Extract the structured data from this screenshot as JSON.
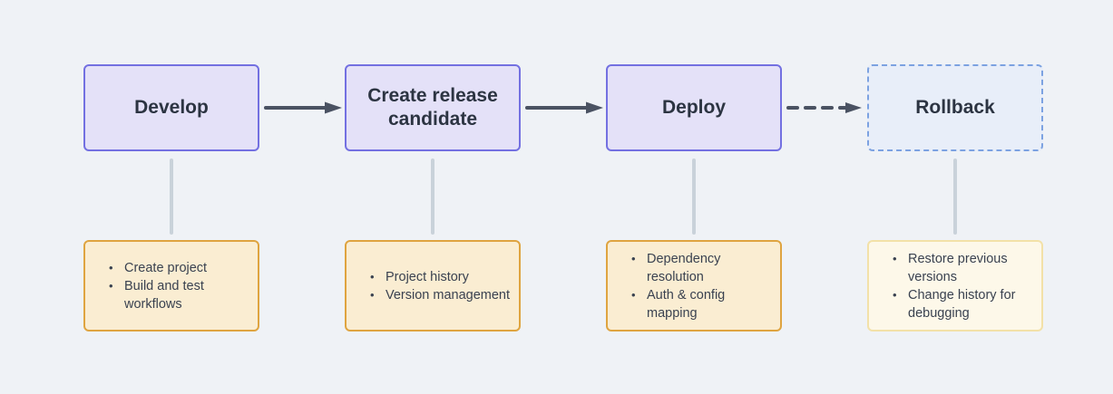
{
  "diagram": {
    "columns": [
      {
        "stage_label": "Develop",
        "node_style": "solid",
        "details": [
          "Create project",
          "Build and test\nworkflows"
        ]
      },
      {
        "stage_label": "Create release candidate",
        "node_style": "solid",
        "details": [
          "Project history",
          "Version management"
        ]
      },
      {
        "stage_label": "Deploy",
        "node_style": "solid",
        "details": [
          "Dependency\nresolution",
          "Auth & config\nmapping"
        ]
      },
      {
        "stage_label": "Rollback",
        "node_style": "dashed",
        "details": [
          "Restore previous\nversions",
          "Change history for\ndebugging"
        ]
      }
    ],
    "arrows": [
      {
        "between": "Develop / Create release candidate",
        "style": "solid"
      },
      {
        "between": "Create release candidate / Deploy",
        "style": "solid"
      },
      {
        "between": "Deploy / Rollback",
        "style": "dashed"
      }
    ],
    "colors": {
      "background": "#EFF2F6",
      "stage_fill": "#E4E1F8",
      "stage_border": "#7370E1",
      "rollback_fill": "#E8EEF9",
      "rollback_border": "#7CA2E1",
      "detail_fill": "#FAEDD2",
      "detail_border": "#DFA440",
      "rollback_detail_fill": "#FDF8E9",
      "rollback_detail_border": "#F3E1A8",
      "arrow": "#4A5262",
      "connector": "#C9D2DA",
      "title_text": "#2C3442",
      "body_text": "#3A4250"
    }
  }
}
